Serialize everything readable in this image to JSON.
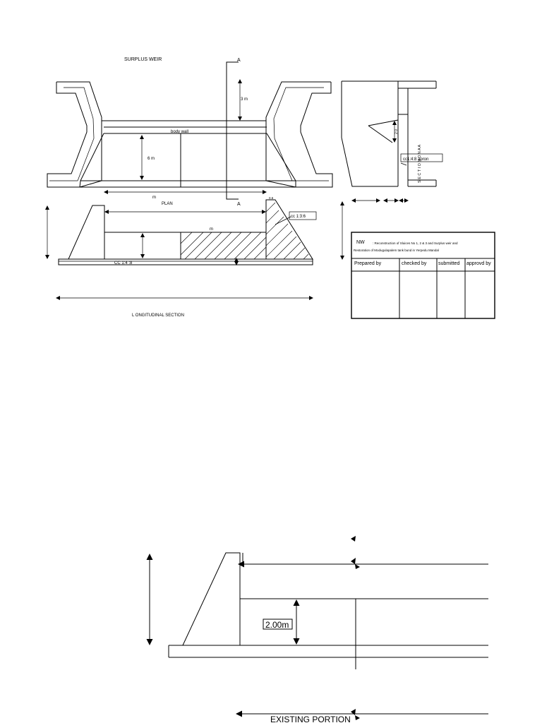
{
  "plan": {
    "title": "SURPLUS WEIR",
    "section_marker_top": "A",
    "section_marker_bottom": "A",
    "dim_3m": "3  m",
    "body_wall": "body wall",
    "dim_6m": "6 m",
    "dim_m": "m",
    "plan_label": "PLAN",
    "dim_06": "0.6"
  },
  "longitudinal": {
    "cc_136": "cc 1:3:6",
    "dim_m": "m",
    "cc_148": "CC 1:4 :8",
    "title": "L ONGITUDINAL SECTION"
  },
  "section_aa": {
    "title": "S E C T I O N   O N   A A",
    "dim_20": "2 0",
    "apron": "cc1:4:8 apron"
  },
  "title_block": {
    "nw": "NW",
    "description_line1": ": Reconstruction of Sluices No 1, 2 & 3 and Surplus weir and",
    "description_line2": "Restoration of Modugulapalem tank bund in Yerpedu Mandal",
    "prepared_by": "Prepared by",
    "checked_by": "checked by",
    "submitted": "submitted",
    "approved_by": "approvd by"
  },
  "detail": {
    "dim_200": "2.00m",
    "existing_portion": "EXISTING PORTION"
  }
}
